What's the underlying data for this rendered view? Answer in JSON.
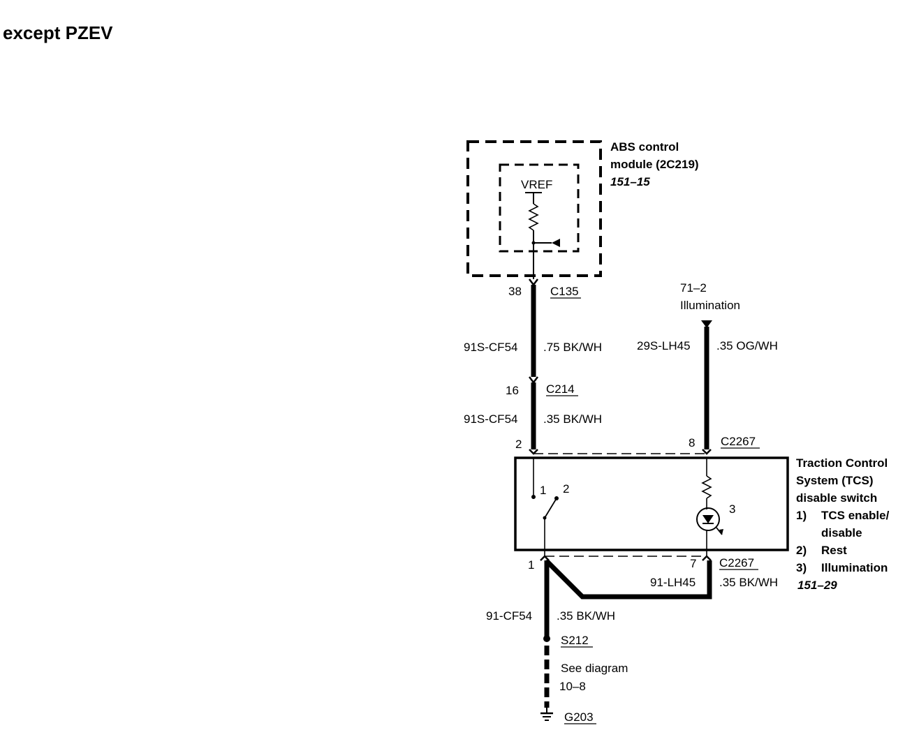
{
  "title": "except PZEV",
  "abs_module": {
    "name_line1": "ABS control",
    "name_line2": "module (2C219)",
    "ref": "151–15",
    "vref": "VREF"
  },
  "c135": {
    "pin": "38",
    "connector": "C135"
  },
  "wire_abs_to_c214": {
    "circuit": "91S-CF54",
    "gauge_color": ".75 BK/WH"
  },
  "c214": {
    "pin": "16",
    "connector": "C214"
  },
  "wire_c214_to_switch": {
    "circuit": "91S-CF54",
    "gauge_color": ".35 BK/WH"
  },
  "illumination_source": {
    "ref": "71–2",
    "label": "Illumination"
  },
  "wire_illumination": {
    "circuit": "29S-LH45",
    "gauge_color": ".35 OG/WH"
  },
  "c2267_top": {
    "pin_left": "2",
    "pin_right": "8",
    "connector": "C2267"
  },
  "switch": {
    "name_line1": "Traction Control",
    "name_line2": "System (TCS)",
    "name_line3": "disable switch",
    "items": [
      {
        "num": "1)",
        "text_line1": "TCS enable/",
        "text_line2": "disable"
      },
      {
        "num": "2)",
        "text": "Rest"
      },
      {
        "num": "3)",
        "text": "Illumination"
      }
    ],
    "ref": "151–29",
    "contact_1": "1",
    "contact_2": "2",
    "lamp_num": "3"
  },
  "c2267_bottom": {
    "pin_left": "1",
    "pin_right": "7",
    "connector": "C2267"
  },
  "wire_lh45": {
    "circuit": "91-LH45",
    "gauge_color": ".35 BK/WH"
  },
  "wire_cf54": {
    "circuit": "91-CF54",
    "gauge_color": ".35 BK/WH"
  },
  "splice": {
    "id": "S212",
    "note_line1": "See diagram",
    "note_line2": "10–8"
  },
  "ground": {
    "id": "G203"
  }
}
